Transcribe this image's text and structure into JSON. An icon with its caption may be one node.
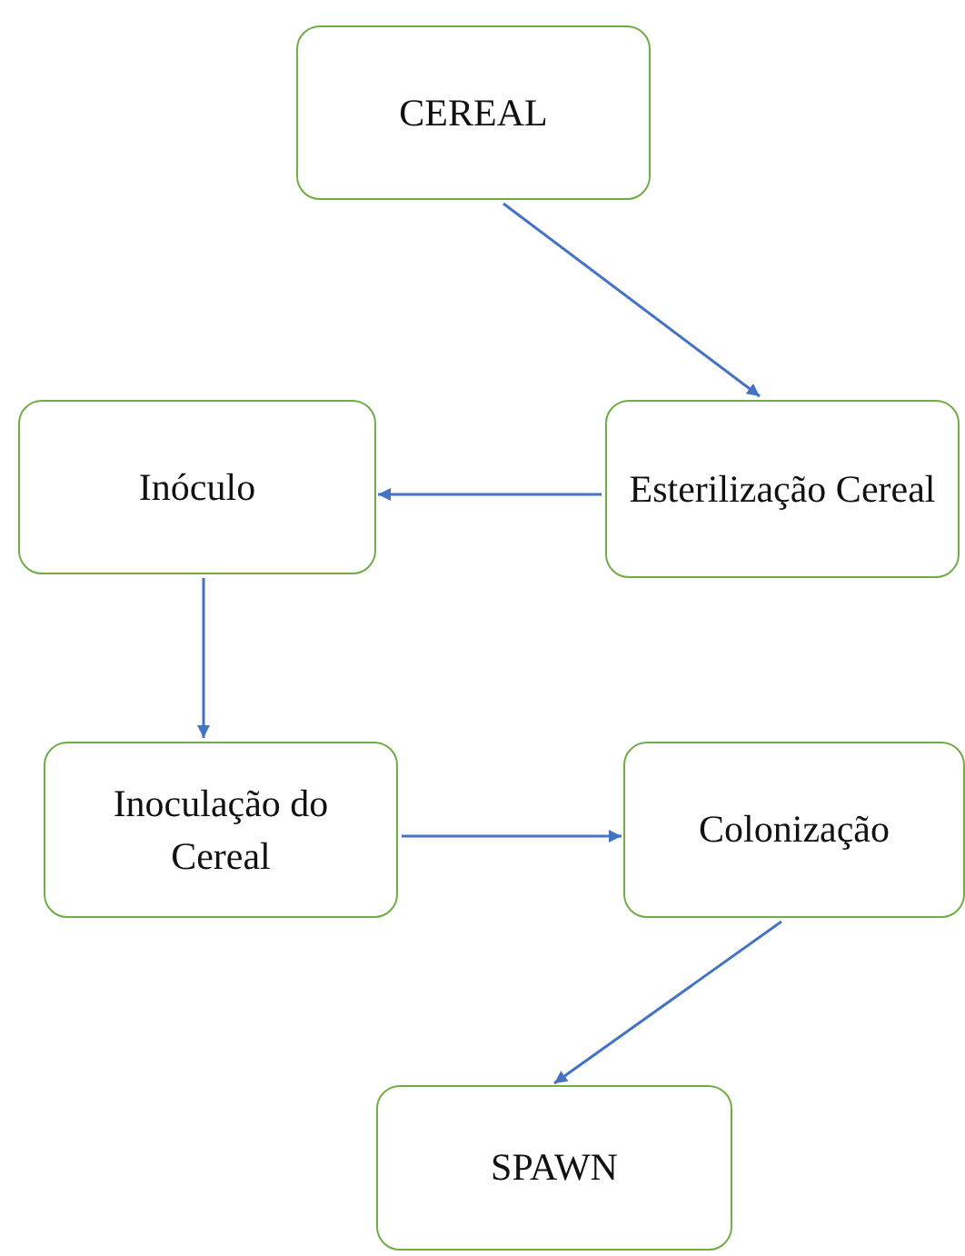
{
  "diagram": {
    "nodes": [
      {
        "text": [
          "CEREAL"
        ]
      },
      {
        "text": [
          "Esterilização Cereal"
        ]
      },
      {
        "text": [
          "Inóculo"
        ]
      },
      {
        "text": [
          "Inoculação do Cereal"
        ]
      },
      {
        "text": [
          "Colonização"
        ]
      },
      {
        "text": [
          "SPAWN"
        ]
      }
    ],
    "edges": [
      {
        "from": 0,
        "to": 1,
        "arrow": "to"
      },
      {
        "from": 1,
        "to": 2,
        "arrow": "to"
      },
      {
        "from": 2,
        "to": 3,
        "arrow": "to"
      },
      {
        "from": 3,
        "to": 4,
        "arrow": "to"
      },
      {
        "from": 4,
        "to": 5,
        "arrow": "to"
      }
    ]
  }
}
